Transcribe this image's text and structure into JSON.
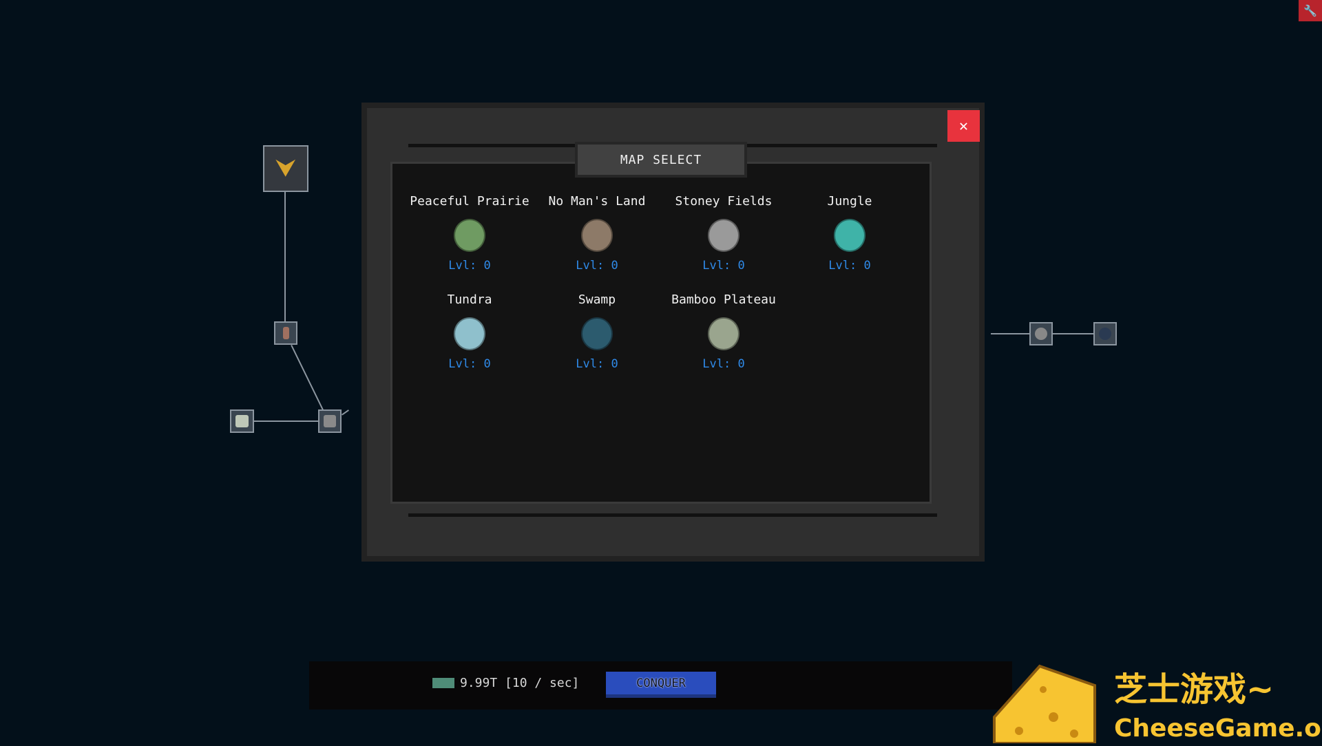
{
  "dialog": {
    "title": "MAP SELECT",
    "close_icon": "close-icon",
    "maps": [
      {
        "name": "Peaceful Prairie",
        "level": "Lvl: 0",
        "color": "#6f9b62"
      },
      {
        "name": "No Man's Land",
        "level": "Lvl: 0",
        "color": "#8d7a68"
      },
      {
        "name": "Stoney Fields",
        "level": "Lvl: 0",
        "color": "#9a9a9a"
      },
      {
        "name": "Jungle",
        "level": "Lvl: 0",
        "color": "#3fb3a8"
      },
      {
        "name": "Tundra",
        "level": "Lvl: 0",
        "color": "#8fc0cc"
      },
      {
        "name": "Swamp",
        "level": "Lvl: 0",
        "color": "#2c5b6e"
      },
      {
        "name": "Bamboo Plateau",
        "level": "Lvl: 0",
        "color": "#9aa58e"
      }
    ]
  },
  "footer": {
    "resource": "9.99T [10 / sec]",
    "conquer_label": "CONQUER"
  },
  "watermark": {
    "cn": "芝士游戏~",
    "en": "CheeseGame.org"
  },
  "colors": {
    "accent": "#2a4dbd",
    "close": "#e8333d",
    "level": "#2f8ae8"
  }
}
